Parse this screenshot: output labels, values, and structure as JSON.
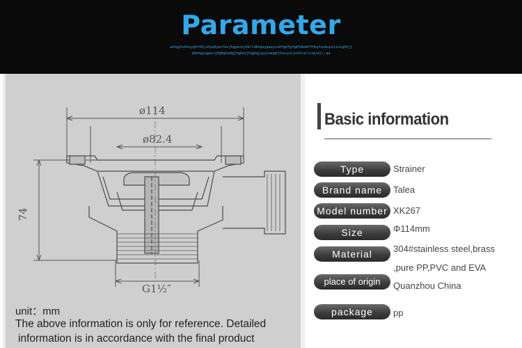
{
  "header": {
    "title": "Parameter",
    "subtitle_line1": "ashgyhsbhyyghrhhjshyedyuclbsjhggasnjbklldkhguygauyxndfgdfgfgdfdkddffhhytuukuyiiiuighhjj",
    "subtitle_line2": "abehguygexvjhghgkudgjhgkexjhgghgjgyjhaughjhuiyuiyuikluiliopiei;:aa",
    "colors": {
      "background": "#0a0a0a",
      "title": "#33a8e8"
    }
  },
  "drawing": {
    "dim_diameter_outer": "ø114",
    "dim_diameter_inner": "ø82.4",
    "dim_height": "74",
    "dim_thread": "G1½″"
  },
  "notes": {
    "unit": "unit：mm",
    "line1": "The above information is only for reference. Detailed",
    "line2": "information is in accordance with the final product"
  },
  "basic": {
    "title": "Basic information",
    "rows": [
      {
        "label": "Type",
        "value": "Strainer"
      },
      {
        "label": "Brand name",
        "value": "Talea"
      },
      {
        "label": "Model number",
        "value": "XK267"
      },
      {
        "label": "Size",
        "value": "Φ114mm"
      },
      {
        "label": "Material",
        "value": "304#stainless steel,brass",
        "value2": ",pure PP,PVC and EVA"
      },
      {
        "label": "place of origin",
        "value": "Quanzhou China"
      },
      {
        "label": "package",
        "value": "pp"
      }
    ]
  }
}
